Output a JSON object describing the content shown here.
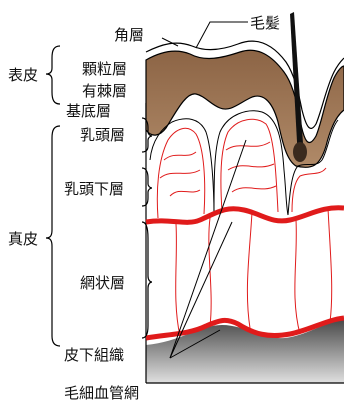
{
  "labels": {
    "kakuso": "角層",
    "moupatsu": "毛髪",
    "hyohi": "表皮",
    "karyuso": "顆粒層",
    "yukyokuso": "有棘層",
    "kiteiso": "基底層",
    "nyutoso": "乳頭層",
    "shinpi": "真皮",
    "nyutokaso": "乳頭下層",
    "mojoso": "網状層",
    "hikasoshiki": "皮下組織",
    "mousaikekkanmo": "毛細血管網"
  },
  "colors": {
    "epidermis_fill": "#a0795a",
    "hair": "#111111",
    "capillary": "#e01b1b",
    "subcutis_dark": "#555555",
    "subcutis_light": "#d8d8d8",
    "outline": "#000000"
  }
}
